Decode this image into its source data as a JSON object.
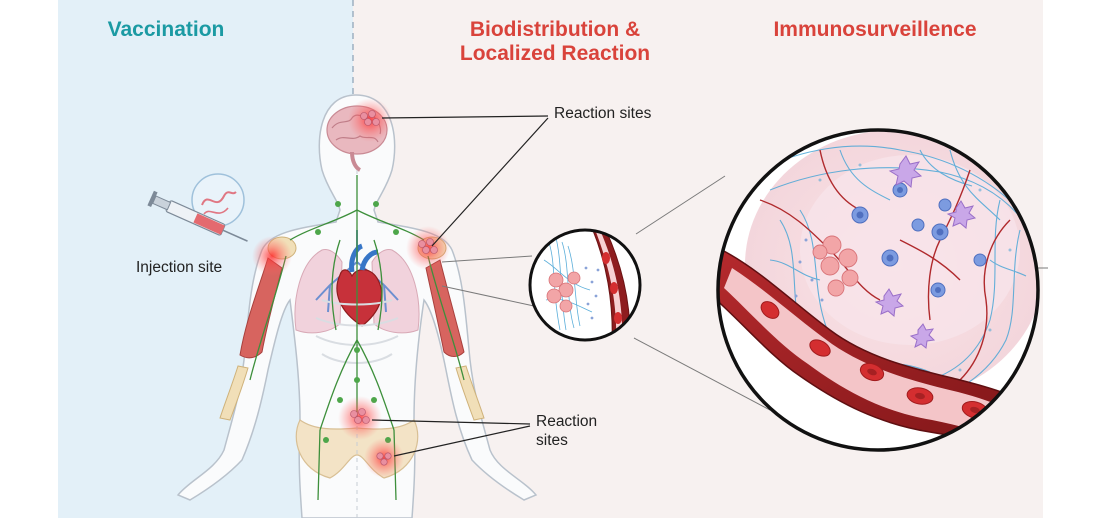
{
  "headings": {
    "vaccination": "Vaccination",
    "biodistribution_line1": "Biodistribution &",
    "biodistribution_line2": "Localized Reaction",
    "immunosurveillence": "Immunosurveillence"
  },
  "labels": {
    "reaction_sites_upper": "Reaction sites",
    "injection_site": "Injection site",
    "reaction_sites_lower_line1": "Reaction",
    "reaction_sites_lower_line2": "sites"
  },
  "colors": {
    "vaccination_panel": "#e3f0f8",
    "right_panel": "#f7f1f0",
    "vaccination_heading": "#1b9aa3",
    "other_headings": "#d9433b",
    "blood_vessel": "#8e1d1f",
    "red_blood_cell": "#d42e30",
    "lymph_network": "#4aa6d6",
    "immune_cell": "#6f8fd6",
    "inflammation_glow": "#ff3b3b",
    "lymphatic_vessels": "#3d8f3b"
  }
}
